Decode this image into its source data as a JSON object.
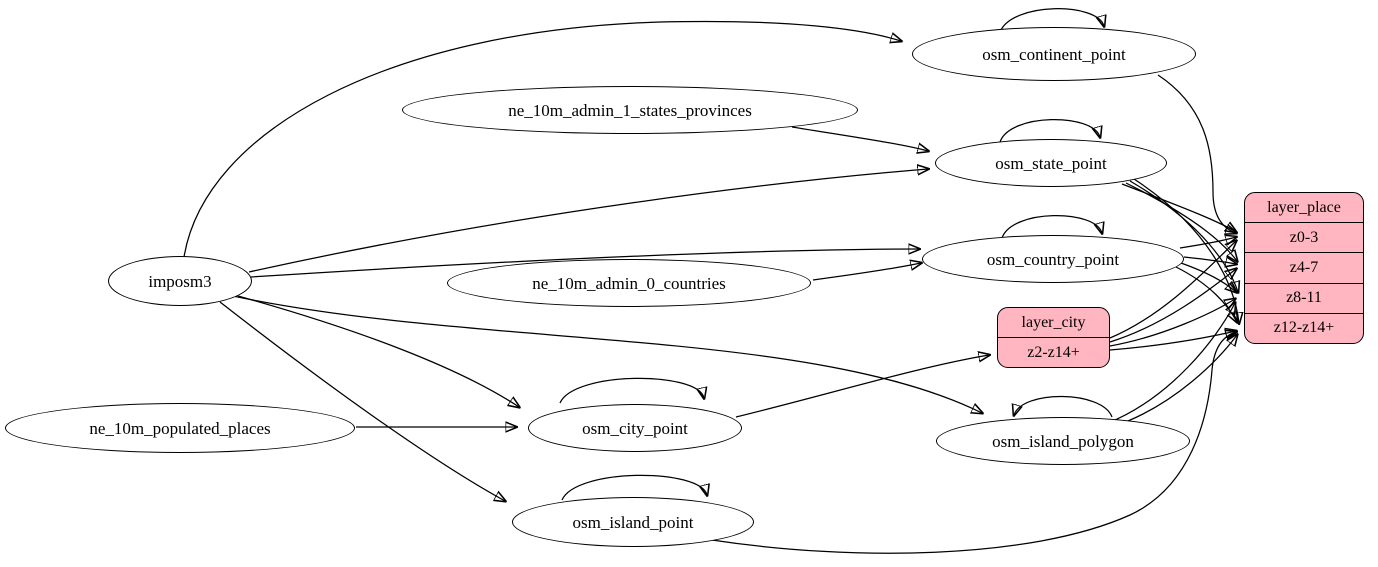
{
  "diagram": {
    "type": "graphviz-etl-graph",
    "colors": {
      "background": "#ffffff",
      "edge": "#000000",
      "record_fill": "#ffb6c1",
      "text": "#000000"
    },
    "nodes": {
      "imposm3": {
        "label": "imposm3",
        "type": "ellipse"
      },
      "ne_10m_admin_1_states_provinces": {
        "label": "ne_10m_admin_1_states_provinces",
        "type": "ellipse"
      },
      "ne_10m_admin_0_countries": {
        "label": "ne_10m_admin_0_countries",
        "type": "ellipse"
      },
      "ne_10m_populated_places": {
        "label": "ne_10m_populated_places",
        "type": "ellipse"
      },
      "osm_continent_point": {
        "label": "osm_continent_point",
        "type": "ellipse"
      },
      "osm_state_point": {
        "label": "osm_state_point",
        "type": "ellipse"
      },
      "osm_country_point": {
        "label": "osm_country_point",
        "type": "ellipse"
      },
      "osm_city_point": {
        "label": "osm_city_point",
        "type": "ellipse"
      },
      "osm_island_polygon": {
        "label": "osm_island_polygon",
        "type": "ellipse"
      },
      "osm_island_point": {
        "label": "osm_island_point",
        "type": "ellipse"
      },
      "layer_city": {
        "title": "layer_city",
        "type": "record",
        "rows": [
          "z2-z14+"
        ]
      },
      "layer_place": {
        "title": "layer_place",
        "type": "record",
        "rows": [
          "z0-3",
          "z4-7",
          "z8-11",
          "z12-z14+"
        ]
      }
    },
    "edges": [
      {
        "from": "imposm3",
        "to": "osm_continent_point"
      },
      {
        "from": "imposm3",
        "to": "osm_state_point"
      },
      {
        "from": "imposm3",
        "to": "osm_country_point"
      },
      {
        "from": "imposm3",
        "to": "osm_city_point"
      },
      {
        "from": "imposm3",
        "to": "osm_island_polygon"
      },
      {
        "from": "imposm3",
        "to": "osm_island_point"
      },
      {
        "from": "ne_10m_admin_1_states_provinces",
        "to": "osm_state_point"
      },
      {
        "from": "ne_10m_admin_0_countries",
        "to": "osm_country_point"
      },
      {
        "from": "ne_10m_populated_places",
        "to": "osm_city_point"
      },
      {
        "from": "osm_continent_point",
        "to": "osm_continent_point",
        "self_loop": true
      },
      {
        "from": "osm_state_point",
        "to": "osm_state_point",
        "self_loop": true
      },
      {
        "from": "osm_country_point",
        "to": "osm_country_point",
        "self_loop": true
      },
      {
        "from": "osm_city_point",
        "to": "osm_city_point",
        "self_loop": true
      },
      {
        "from": "osm_island_polygon",
        "to": "osm_island_polygon",
        "self_loop": true
      },
      {
        "from": "osm_island_point",
        "to": "osm_island_point",
        "self_loop": true
      },
      {
        "from": "osm_continent_point",
        "to": "layer_place",
        "to_port": "z0-3"
      },
      {
        "from": "osm_state_point",
        "to": "layer_place",
        "to_port": "z0-3"
      },
      {
        "from": "osm_state_point",
        "to": "layer_place",
        "to_port": "z4-7"
      },
      {
        "from": "osm_state_point",
        "to": "layer_place",
        "to_port": "z8-11"
      },
      {
        "from": "osm_state_point",
        "to": "layer_place",
        "to_port": "z12-z14+"
      },
      {
        "from": "osm_country_point",
        "to": "layer_place",
        "to_port": "z0-3"
      },
      {
        "from": "osm_country_point",
        "to": "layer_place",
        "to_port": "z4-7"
      },
      {
        "from": "osm_country_point",
        "to": "layer_place",
        "to_port": "z8-11"
      },
      {
        "from": "osm_country_point",
        "to": "layer_place",
        "to_port": "z12-z14+"
      },
      {
        "from": "osm_city_point",
        "to": "layer_city",
        "to_port": "z2-z14+"
      },
      {
        "from": "layer_city",
        "to": "layer_place",
        "to_port": "z0-3"
      },
      {
        "from": "layer_city",
        "to": "layer_place",
        "to_port": "z4-7"
      },
      {
        "from": "layer_city",
        "to": "layer_place",
        "to_port": "z8-11"
      },
      {
        "from": "layer_city",
        "to": "layer_place",
        "to_port": "z12-z14+"
      },
      {
        "from": "osm_island_polygon",
        "to": "layer_place",
        "to_port": "z8-11"
      },
      {
        "from": "osm_island_polygon",
        "to": "layer_place",
        "to_port": "z12-z14+"
      },
      {
        "from": "osm_island_point",
        "to": "layer_place",
        "to_port": "z12-z14+"
      }
    ]
  }
}
